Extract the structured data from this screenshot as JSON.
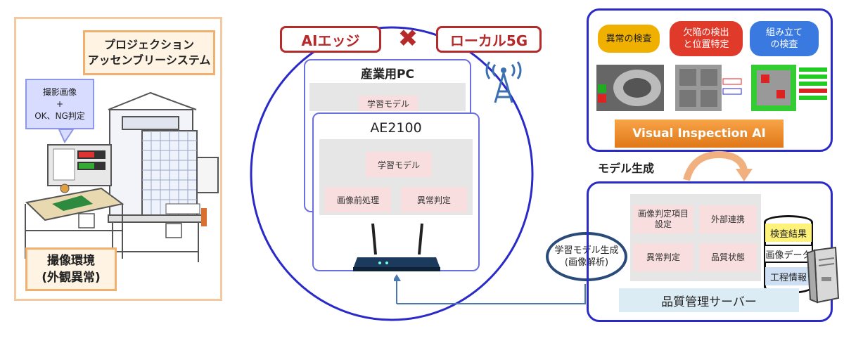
{
  "left": {
    "system_line1": "プロジェクション",
    "system_line2": "アッセンブリーシステム",
    "note_line1": "撮影画像",
    "note_line2": "+",
    "note_line3": "OK、NG判定",
    "env_line1": "撮像環境",
    "env_line2": "(外観異常)"
  },
  "middle": {
    "ai_edge": "AIエッジ",
    "times": "✖",
    "local5g": "ローカル5G",
    "industrial_pc": "産業用PC",
    "pc_model": "学習モデル",
    "ae2100": "AE2100",
    "ae_model": "学習モデル",
    "preprocess": "画像前処理",
    "anomaly_judge": "異常判定"
  },
  "right": {
    "bubble1": "異常の検査",
    "bubble2_line1": "欠陥の検出",
    "bubble2_line2": "と位置特定",
    "bubble3_line1": "組み立て",
    "bubble3_line2": "の検査",
    "banner": "Visual Inspection AI",
    "model_gen": "モデル生成",
    "learn_line1": "学習モデル生成",
    "learn_line2": "(画像解析)",
    "cell1_line1": "画像判定項目",
    "cell1_line2": "設定",
    "cell2": "外部連携",
    "cell3": "異常判定",
    "cell4": "品質状態",
    "db1": "検査結果",
    "db2": "画像データ",
    "db3": "工程情報",
    "server_label": "品質管理サーバー"
  },
  "colors": {
    "accent_red": "#b52a2a",
    "frame_blue": "#2a2ac8",
    "orange": "#e07818"
  }
}
